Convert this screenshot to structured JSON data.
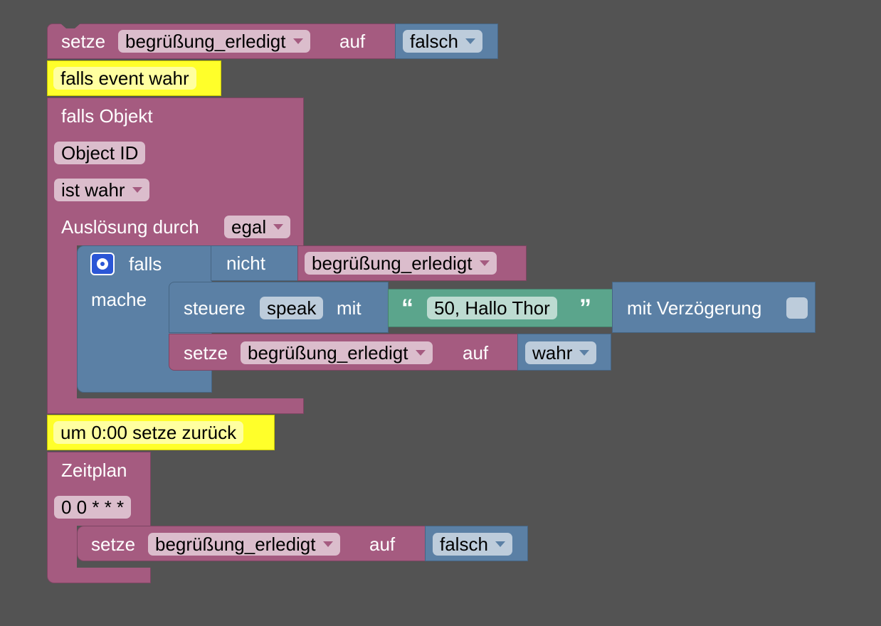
{
  "block1": {
    "label_set": "setze",
    "variable": "begrüßung_erledigt",
    "label_to": "auf",
    "value": "falsch"
  },
  "comment1": {
    "text": "falls event wahr"
  },
  "trigger": {
    "title": "falls Objekt",
    "object_id": "Object ID",
    "condition": "ist wahr",
    "triggered_by_label": "Auslösung durch",
    "triggered_by_value": "egal"
  },
  "if_block": {
    "label_if": "falls",
    "label_not": "nicht",
    "variable": "begrüßung_erledigt",
    "label_do": "mache"
  },
  "control": {
    "label": "steuere",
    "target": "speak",
    "label_with": "mit",
    "quote_open": "“",
    "text_value": "50, Hallo Thor",
    "quote_close": "”",
    "label_delay": "mit Verzögerung"
  },
  "set_true": {
    "label_set": "setze",
    "variable": "begrüßung_erledigt",
    "label_to": "auf",
    "value": "wahr"
  },
  "comment2": {
    "text": "um 0:00 setze zurück"
  },
  "schedule": {
    "title": "Zeitplan",
    "cron": "0 0 * * *"
  },
  "set_false": {
    "label_set": "setze",
    "variable": "begrüßung_erledigt",
    "label_to": "auf",
    "value": "falsch"
  },
  "colors": {
    "workspace": "#535353",
    "variable_block": "#a55b80",
    "logic_block": "#5b80a5",
    "text_block": "#5ba58c",
    "comment": "#ffff2a"
  }
}
